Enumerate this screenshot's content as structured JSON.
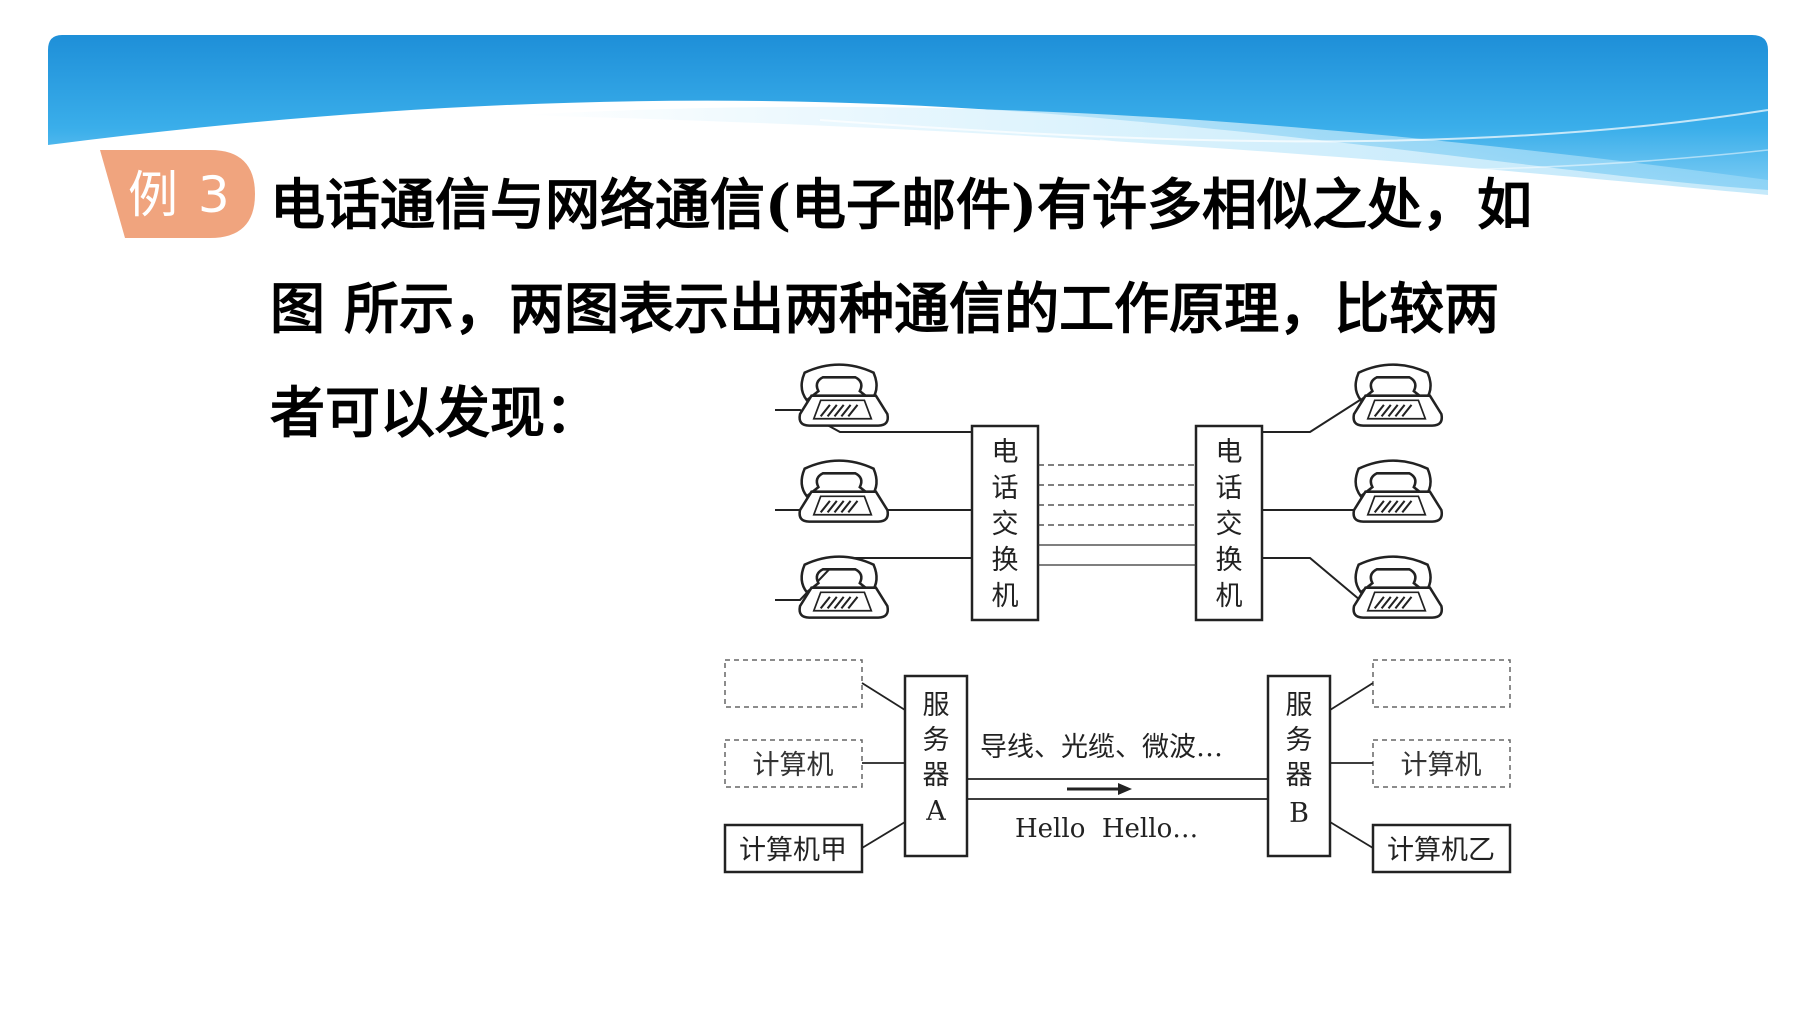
{
  "example": {
    "tag": "例 3"
  },
  "question": {
    "lines": [
      "电话通信与网络通信(电子邮件)有许多相似之处，如",
      "图 所示，两图表示出两种通信的工作原理，比较两",
      "者可以发现："
    ]
  },
  "diagram": {
    "telephone": {
      "switch_left": [
        "电",
        "话",
        "交",
        "换",
        "机"
      ],
      "switch_right": [
        "电",
        "话",
        "交",
        "换",
        "机"
      ],
      "phone_icon": "telephone-icon"
    },
    "network": {
      "server_a": [
        "服",
        "务",
        "器",
        "A"
      ],
      "server_b": [
        "服",
        "务",
        "器",
        "B"
      ],
      "link_text": "导线、光缆、微波…",
      "message_text": "Hello  Hello…",
      "computer_label": "计算机",
      "computer_jia": "计算机甲",
      "computer_yi": "计算机乙"
    }
  },
  "colors": {
    "banner_blue": "#29a3e6",
    "tag_orange": "#f0a47e",
    "text": "#000000",
    "diagram_line": "#222222"
  }
}
